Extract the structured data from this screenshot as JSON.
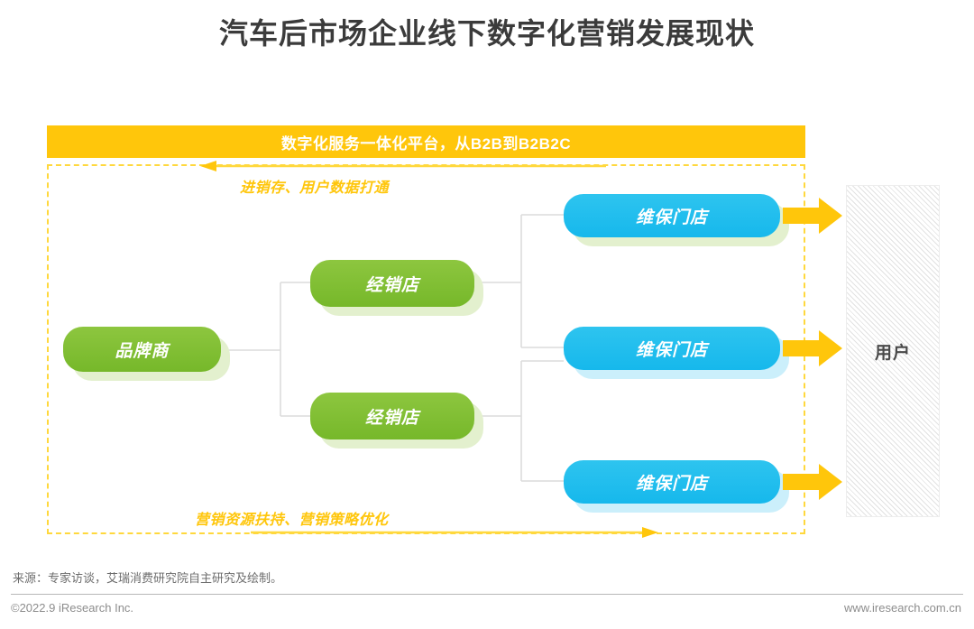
{
  "page": {
    "title": "汽车后市场企业线下数字化营销发展现状"
  },
  "diagram": {
    "type": "flow-tree",
    "platform_banner": {
      "label": "数字化服务一体化平台，从B2B到B2B2C",
      "color": "#FFC60B",
      "text_color": "#FFFFFF"
    },
    "frame": {
      "style": "dashed",
      "color": "#FFD83D"
    },
    "flows": [
      {
        "name": "top-flow",
        "caption": "进销存、用户数据打通",
        "direction": "left",
        "color": "#FFC60B"
      },
      {
        "name": "bottom-flow",
        "caption": "营销资源扶持、营销策略优化",
        "direction": "right",
        "color": "#FFC60B"
      }
    ],
    "nodes": {
      "brand": {
        "label": "品牌商",
        "color": "#8DC63F",
        "shadow": "#E3F0CE"
      },
      "dealers": [
        {
          "label": "经销店",
          "color": "#76B82A",
          "shadow": "#E3F0CE"
        },
        {
          "label": "经销店",
          "color": "#76B82A",
          "shadow": "#E3F0CE"
        }
      ],
      "shops": [
        {
          "label": "维保门店",
          "color": "#16B8EC",
          "shadow": "#CBEFFB"
        },
        {
          "label": "维保门店",
          "color": "#16B8EC",
          "shadow": "#CBEFFB"
        },
        {
          "label": "维保门店",
          "color": "#16B8EC",
          "shadow": "#CBEFFB"
        }
      ],
      "user": {
        "label": "用户",
        "color": "#4A4A4A",
        "pattern": "diagonal-hatch"
      }
    },
    "arrows": {
      "to_user_count": 3,
      "color": "#FFC60B"
    },
    "connector_color": "#DCDCDC"
  },
  "footer": {
    "source": "来源：专家访谈，艾瑞消费研究院自主研究及绘制。",
    "copyright": "©2022.9 iResearch Inc.",
    "website": "www.iresearch.com.cn"
  }
}
